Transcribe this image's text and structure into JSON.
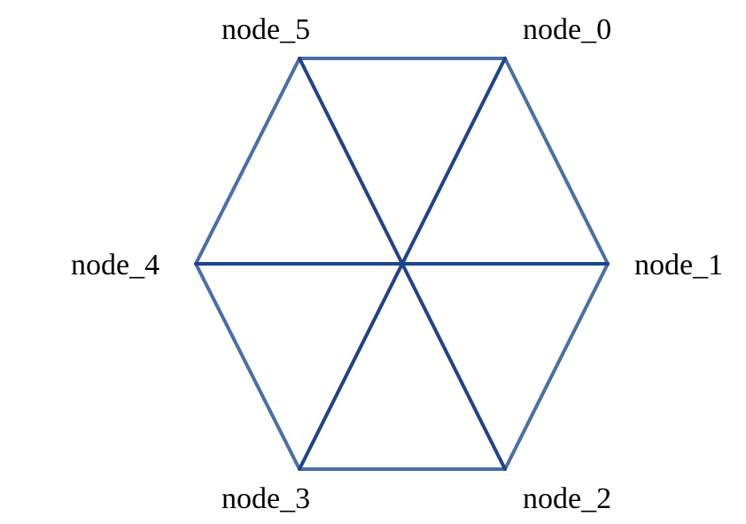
{
  "diagram": {
    "nodes": [
      {
        "id": "node_0",
        "label": "node_0"
      },
      {
        "id": "node_1",
        "label": "node_1"
      },
      {
        "id": "node_2",
        "label": "node_2"
      },
      {
        "id": "node_3",
        "label": "node_3"
      },
      {
        "id": "node_4",
        "label": "node_4"
      },
      {
        "id": "node_5",
        "label": "node_5"
      }
    ],
    "edges": [
      {
        "from": "node_0",
        "to": "node_1",
        "kind": "perimeter"
      },
      {
        "from": "node_1",
        "to": "node_2",
        "kind": "perimeter"
      },
      {
        "from": "node_2",
        "to": "node_3",
        "kind": "perimeter"
      },
      {
        "from": "node_3",
        "to": "node_4",
        "kind": "perimeter"
      },
      {
        "from": "node_4",
        "to": "node_5",
        "kind": "perimeter"
      },
      {
        "from": "node_5",
        "to": "node_0",
        "kind": "perimeter"
      },
      {
        "from": "node_0",
        "to": "node_3",
        "kind": "diagonal"
      },
      {
        "from": "node_5",
        "to": "node_2",
        "kind": "diagonal"
      },
      {
        "from": "node_4",
        "to": "node_1",
        "kind": "diagonal"
      }
    ],
    "colors": {
      "perimeter": "#4a6fa8",
      "diagonal": "#1f4588",
      "label": "#000000",
      "background": "#ffffff"
    }
  }
}
